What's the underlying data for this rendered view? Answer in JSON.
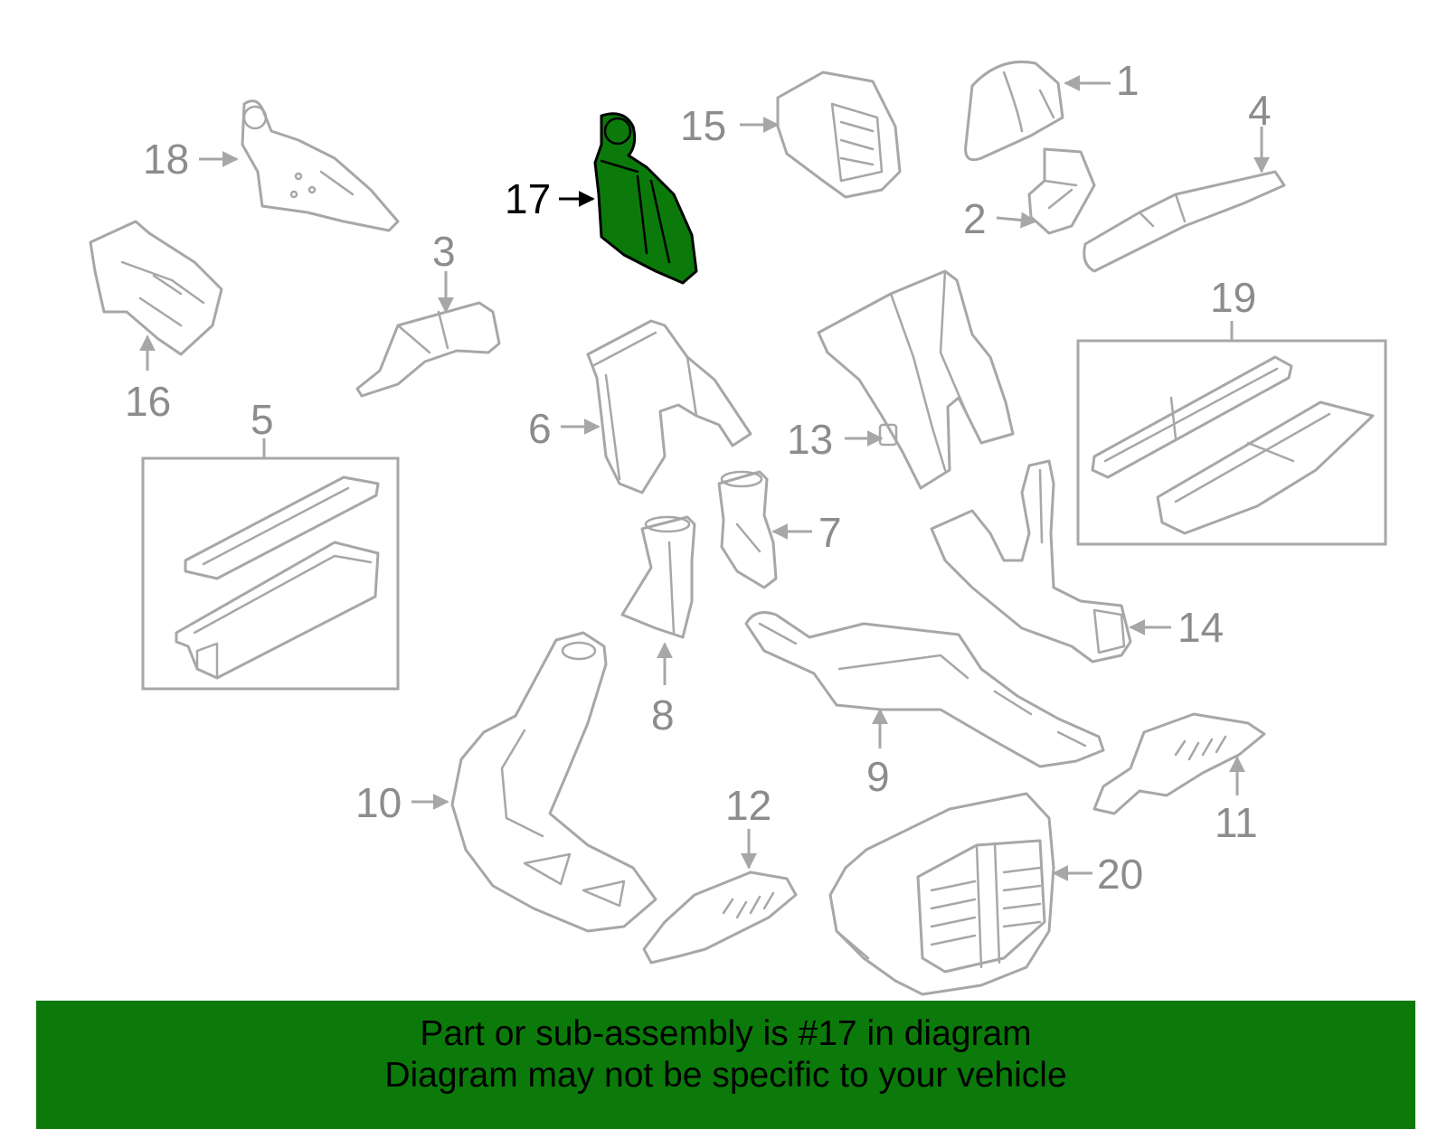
{
  "diagram": {
    "callouts": [
      "1",
      "2",
      "3",
      "4",
      "5",
      "6",
      "7",
      "8",
      "9",
      "10",
      "11",
      "12",
      "13",
      "14",
      "15",
      "16",
      "17",
      "18",
      "19",
      "20"
    ],
    "highlighted": "17",
    "highlight_color": "#0b7a0b",
    "line_color": "#a7a7a7"
  },
  "banner": {
    "line1": "Part or sub-assembly is #17 in diagram",
    "line2": "Diagram may not be specific to your vehicle",
    "color": "#0b7a0b"
  }
}
